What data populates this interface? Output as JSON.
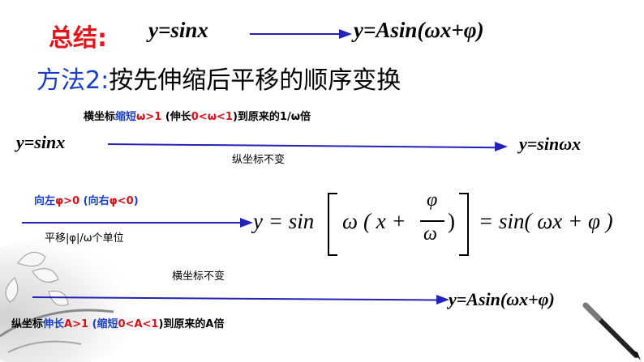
{
  "summary": {
    "label": "总结:",
    "from": "y=sinx",
    "to": "y=Asin(ωx+φ)"
  },
  "method": {
    "label": "方法2:",
    "title": "按先伸缩后平移的顺序变换"
  },
  "step1": {
    "note_prefix": "横坐标",
    "note_blue1": "缩短",
    "note_red1": "ω>1",
    "note_mid": "(伸长",
    "note_red2": "0<ω<1",
    "note_suffix": ")到原来的1/ω倍",
    "from": "y=sinx",
    "to": "y=sinωx",
    "below": "纵坐标不变"
  },
  "step2": {
    "note_blue1": "向左",
    "note_red1": "φ>0",
    "note_mid": "(向右",
    "note_red2": "φ<0",
    "note_end": ")",
    "below": "平移|φ|/ω个单位",
    "formula_lhs": "y = sin",
    "formula_omega": "ω",
    "formula_x": "( x +",
    "formula_num": "φ",
    "formula_den": "ω",
    "formula_close": ")",
    "formula_rhs": "= sin(  ωx + φ )"
  },
  "step3": {
    "above": "横坐标不变",
    "to": "y=Asin(ωx+φ)",
    "note_prefix": "纵坐标",
    "note_blue1": "伸长",
    "note_red1": "A>1",
    "note_mid": "(缩短",
    "note_red2": "0<A<1",
    "note_suffix": ")到原来的A倍"
  },
  "colors": {
    "title_red": "#e8141b",
    "method_blue": "#1a3ec9",
    "arrow": "#2323b8",
    "annotation_red": "#d6121a"
  },
  "icons": [
    "ink-wash-flower-decoration",
    "calligraphy-brush-decoration"
  ]
}
